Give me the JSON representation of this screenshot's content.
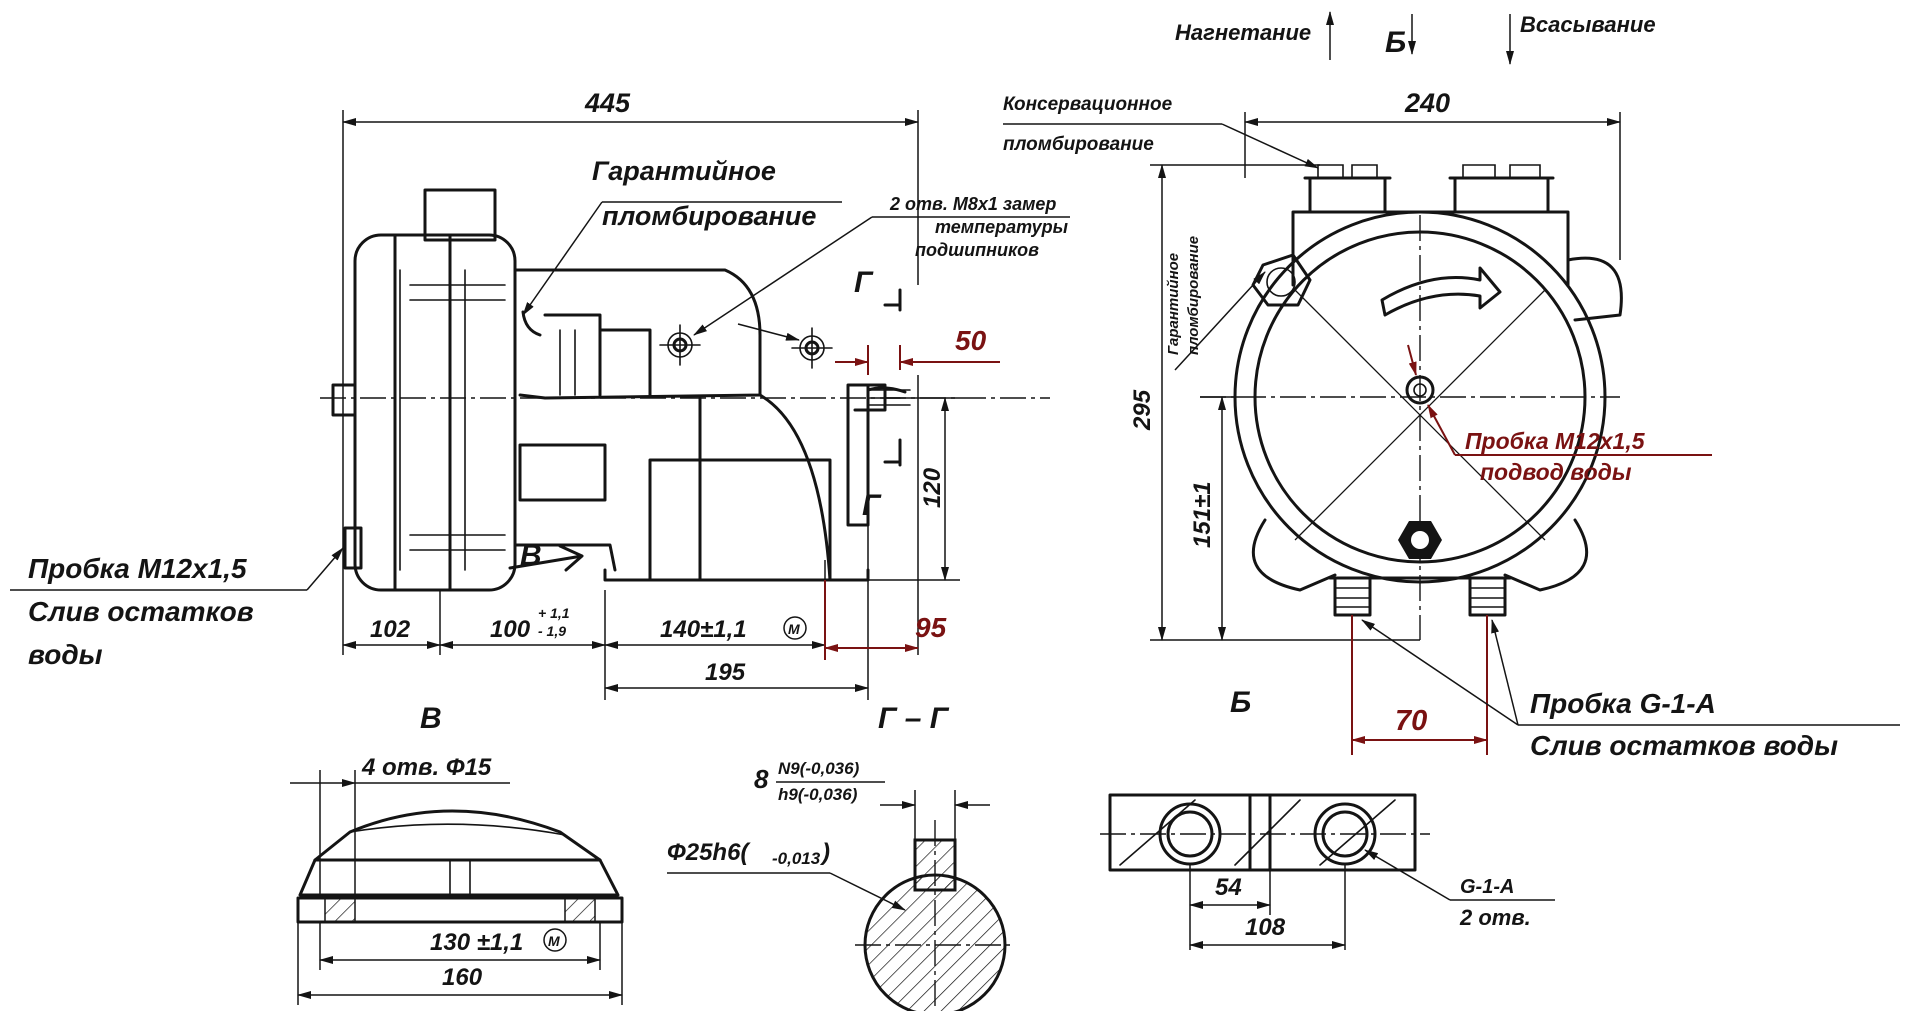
{
  "colors": {
    "ink": "#141414",
    "accent": "#7a1212",
    "paper": "#ffffff"
  },
  "flow": {
    "discharge": "Нагнетание",
    "suction": "Всасывание",
    "view_b_arrow": "Б"
  },
  "side_view": {
    "dim_length": "445",
    "dim_102": "102",
    "dim_100": "100",
    "dim_100_upper_tol": "+ 1,1",
    "dim_100_lower_tol": "- 1,9",
    "dim_140": "140±1,1",
    "dim_195": "195",
    "dim_120": "120",
    "dim_50": "50",
    "dim_95": "95",
    "view_b_label": "В",
    "section_g_top": "Г",
    "section_g_bottom": "Г",
    "warranty_seal_line1": "Гарантийное",
    "warranty_seal_line2": "пломбирование",
    "holes_line1": "2 отв. М8х1 замер",
    "holes_line2": "температуры",
    "holes_line3": "подшипников",
    "plug_drain_line1": "Пробка М12х1,5",
    "plug_drain_line2": "Слив остатков",
    "plug_drain_line3": "воды"
  },
  "end_view": {
    "conservation_seal_line1": "Консервационное",
    "conservation_seal_line2": "пломбирование",
    "warranty_seal_line1": "Гарантийное",
    "warranty_seal_line2": "пломбирование",
    "dim_width": "240",
    "dim_height": "295",
    "dim_151": "151±1",
    "dim_70": "70",
    "plug_supply_line1": "Пробка М12х1,5",
    "plug_supply_line2": "подвод воды",
    "plug_g_line1": "Пробка G-1-A",
    "plug_g_line2": "Слив остатков воды"
  },
  "view_b": {
    "title": "В",
    "holes": "4 отв. Ф15",
    "dim_130": "130 ±1,1",
    "dim_160": "160"
  },
  "section_gg": {
    "title": "Г – Г",
    "key_width": "8",
    "key_tol_upper": "N9(-0,036)",
    "key_tol_lower": "h9(-0,036)",
    "shaft": "Ф25h6(",
    "shaft_tol": "-0,013",
    "shaft_close": ")"
  },
  "flange": {
    "title": "Б",
    "dim_54": "54",
    "dim_108": "108",
    "thread": "G-1-A",
    "count": "2 отв."
  }
}
